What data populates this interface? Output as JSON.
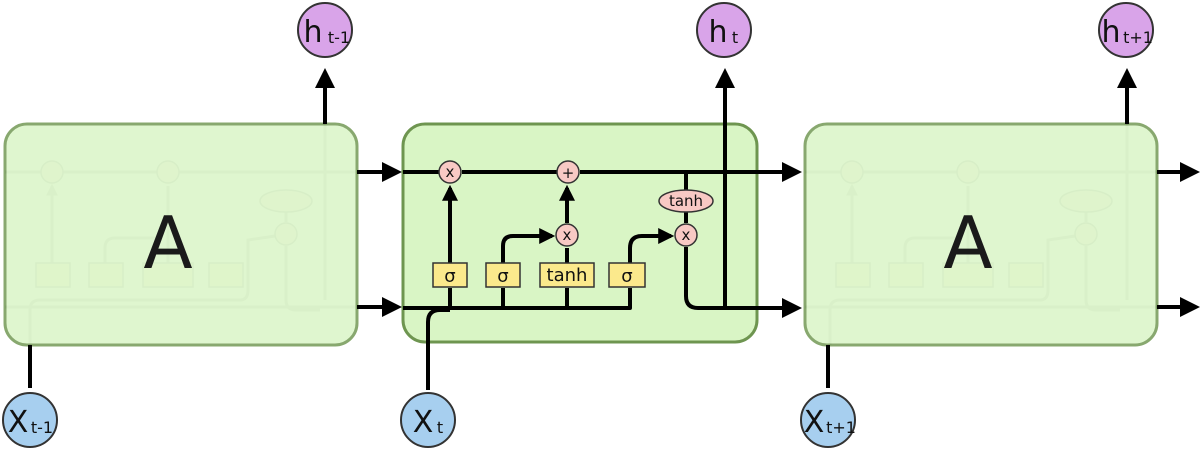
{
  "cells": [
    {
      "label": "A"
    },
    {
      "label": ""
    },
    {
      "label": "A"
    }
  ],
  "outputs": [
    {
      "main": "h",
      "sub": "t-1"
    },
    {
      "main": "h",
      "sub": "t"
    },
    {
      "main": "h",
      "sub": "t+1"
    }
  ],
  "inputs": [
    {
      "main": "X",
      "sub": "t-1"
    },
    {
      "main": "X",
      "sub": "t"
    },
    {
      "main": "X",
      "sub": "t+1"
    }
  ],
  "gates": {
    "sigma": "σ",
    "tanh": "tanh",
    "multiply": "x",
    "add": "+"
  },
  "colors": {
    "cell_fill": "#d9f5c5",
    "cell_border": "#6e9550",
    "gate_fill": "#fbe98c",
    "op_fill": "#f8c9c4",
    "output_fill": "#d9a4e9",
    "input_fill": "#a7cfef"
  }
}
